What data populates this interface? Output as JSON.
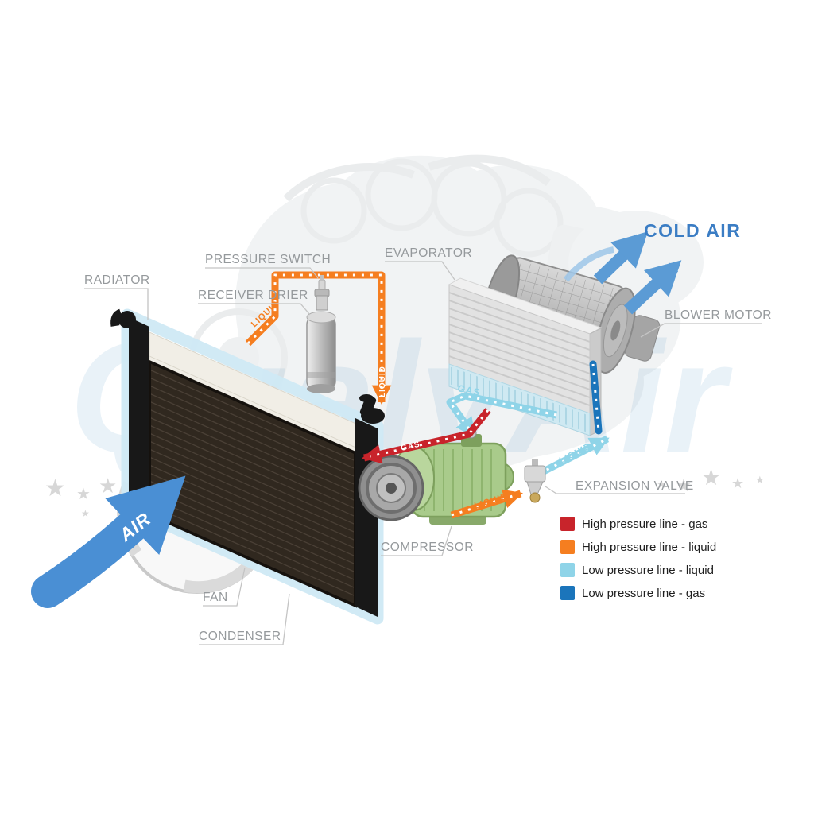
{
  "diagram": {
    "components": {
      "radiator": "RADIATOR",
      "pressure_switch": "PRESSURE SWITCH",
      "receiver_drier": "RECEIVER DRIER",
      "evaporator": "EVAPORATOR",
      "blower_motor": "BLOWER MOTOR",
      "expansion_valve": "EXPANSION VALVE",
      "compressor": "COMPRESSOR",
      "fan": "FAN",
      "condenser": "CONDENSER"
    },
    "flow": {
      "cold_air": "COLD AIR",
      "air_in": "AIR",
      "liquid": "LIQUID",
      "gas": "GAS"
    },
    "legend": [
      {
        "color": "#C8242B",
        "label": "High pressure line - gas"
      },
      {
        "color": "#F57E20",
        "label": "High pressure line - liquid"
      },
      {
        "color": "#8FD4E8",
        "label": "Low pressure line - liquid"
      },
      {
        "color": "#1B75BB",
        "label": "Low pressure line -  gas"
      }
    ],
    "watermark": {
      "text": "QualyAir",
      "star": "★"
    }
  },
  "colors": {
    "high_pressure_gas": "#C8242B",
    "high_pressure_liquid": "#F57E20",
    "low_pressure_liquid": "#8FD4E8",
    "low_pressure_gas": "#1B75BB",
    "air_arrow": "#4A8FD4",
    "cold_air_arrow": "#5B9BD5",
    "cold_air_text": "#3B7DC4"
  }
}
